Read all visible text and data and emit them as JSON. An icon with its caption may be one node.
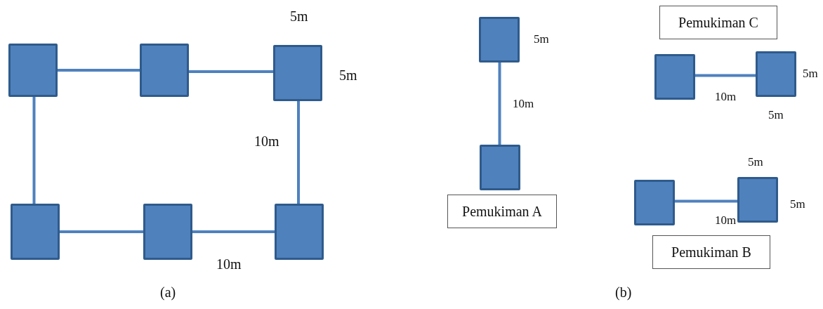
{
  "diagram": {
    "nodes": [
      {
        "text": [],
        "shape": "box"
      },
      {
        "text": [],
        "shape": "box"
      },
      {
        "text": [],
        "shape": "box"
      },
      {
        "text": [],
        "shape": "box"
      },
      {
        "text": [],
        "shape": "box"
      },
      {
        "text": [],
        "shape": "box"
      },
      {
        "text": [],
        "shape": "box"
      },
      {
        "text": [],
        "shape": "box"
      },
      {
        "text": [
          "Pemukiman A"
        ]
      },
      {
        "text": [
          "Pemukiman C"
        ]
      },
      {
        "text": [],
        "shape": "box"
      },
      {
        "text": [],
        "shape": "box"
      },
      {
        "text": [],
        "shape": "box"
      },
      {
        "text": [],
        "shape": "box"
      },
      {
        "text": [
          "Pemukiman B"
        ]
      }
    ],
    "edges": [
      {
        "from": 0,
        "to": 1,
        "arrow": "none"
      },
      {
        "from": 1,
        "to": 2,
        "arrow": "none"
      },
      {
        "from": 0,
        "to": 3,
        "arrow": "none"
      },
      {
        "from": 2,
        "to": 5,
        "arrow": "none"
      },
      {
        "from": 3,
        "to": 4,
        "arrow": "none"
      },
      {
        "from": 4,
        "to": 5,
        "arrow": "none"
      },
      {
        "from": 6,
        "to": 7,
        "arrow": "none"
      },
      {
        "from": 10,
        "to": 11,
        "arrow": "none"
      },
      {
        "from": 12,
        "to": 13,
        "arrow": "none"
      }
    ],
    "labels": [
      "5m",
      "5m",
      "10m",
      "10m",
      "(a)",
      "5m",
      "10m",
      "5m",
      "10m",
      "5m",
      "5m",
      "5m",
      "10m",
      "(b)"
    ]
  }
}
